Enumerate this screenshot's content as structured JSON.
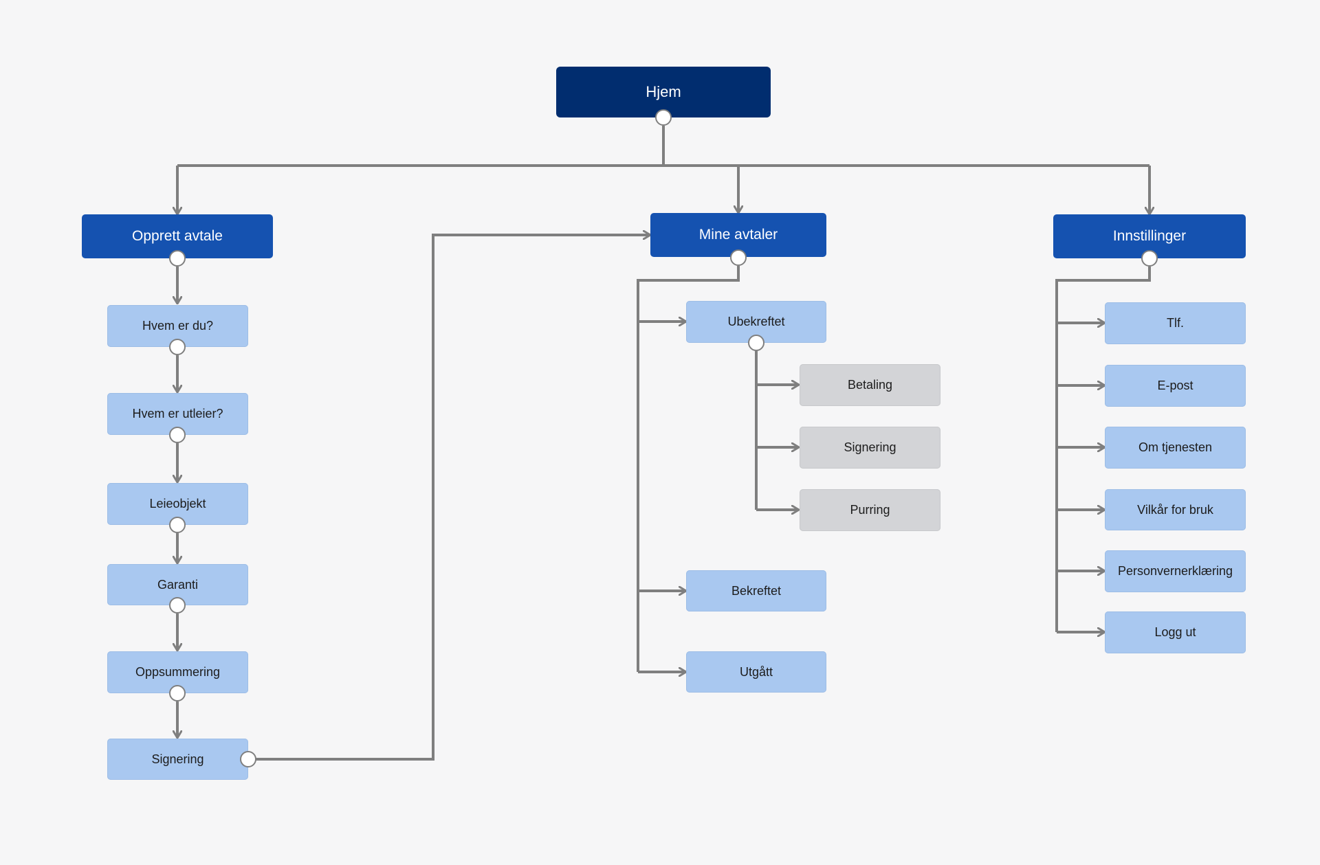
{
  "nodes": {
    "hjem": "Hjem",
    "opprett_avtale": "Opprett avtale",
    "mine_avtaler": "Mine avtaler",
    "innstillinger": "Innstillinger",
    "opprett_steps": [
      "Hvem er du?",
      "Hvem er utleier?",
      "Leieobjekt",
      "Garanti",
      "Oppsummering",
      "Signering"
    ],
    "mine_items": {
      "ubekreftet": "Ubekreftet",
      "ubekreftet_children": [
        "Betaling",
        "Signering",
        "Purring"
      ],
      "bekreftet": "Bekreftet",
      "utgatt": "Utgått"
    },
    "innstillinger_items": [
      "Tlf.",
      "E-post",
      "Om tjenesten",
      "Vilkår for bruk",
      "Personvernerklæring",
      "Logg ut"
    ]
  },
  "colors": {
    "root": "#012d6f",
    "primary": "#1552b0",
    "light": "#a9c8f0",
    "grey": "#d3d4d7",
    "connector": "#7f7f7f",
    "background": "#f6f6f7"
  }
}
